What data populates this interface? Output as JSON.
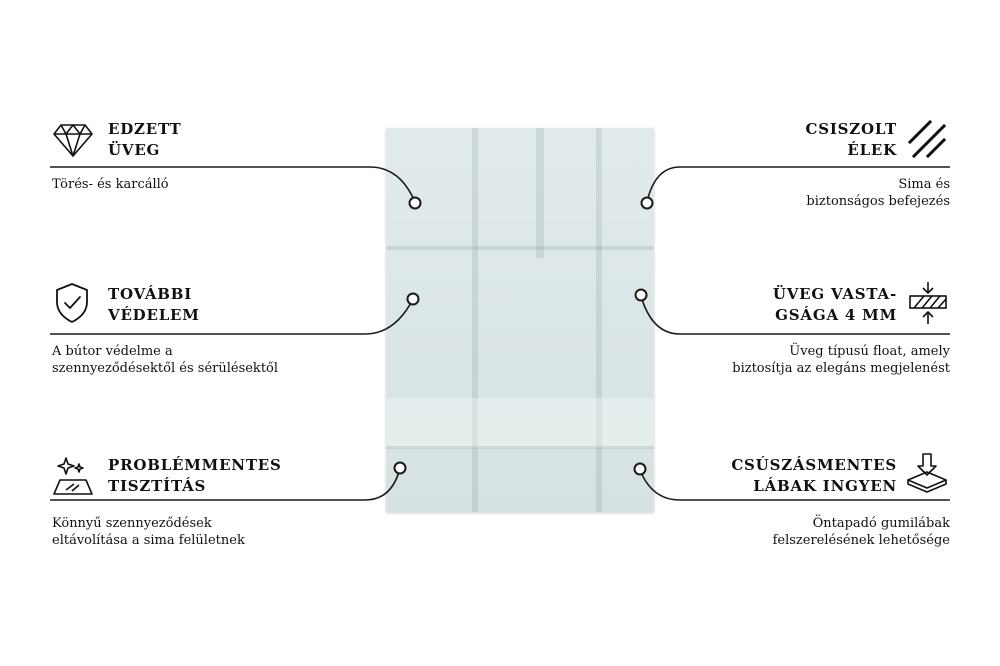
{
  "features": {
    "left": [
      {
        "icon": "diamond-icon",
        "title": [
          "EDZETT",
          "ÜVEG"
        ],
        "desc": [
          "Törés- és karcálló"
        ]
      },
      {
        "icon": "shield-check-icon",
        "title": [
          "TOVÁBBI",
          "VÉDELEM"
        ],
        "desc": [
          "A bútor védelme a",
          "szennyeződésektől és sérülésektől"
        ]
      },
      {
        "icon": "sparkle-clean-icon",
        "title": [
          "PROBLÉMMENTES",
          "TISZTÍTÁS"
        ],
        "desc": [
          "Könnyű szennyeződések",
          "eltávolítása a sima felületnek"
        ]
      }
    ],
    "right": [
      {
        "icon": "polished-edges-icon",
        "title": [
          "CSISZOLT",
          "ÉLEK"
        ],
        "desc": [
          "Sima és",
          "biztonságos befejezés"
        ]
      },
      {
        "icon": "thickness-icon",
        "title": [
          "ÜVEG VASTA-",
          "GSÁGA 4 MM"
        ],
        "desc": [
          "Üveg típusú float, amely",
          "biztosítja az elegáns megjelenést"
        ]
      },
      {
        "icon": "anti-slip-feet-icon",
        "title": [
          "CSÚSZÁSMENTES",
          "LÁBAK INGYEN"
        ],
        "desc": [
          "Öntapadó gumilábak",
          "felszerelésének lehetősége"
        ]
      }
    ]
  },
  "colors": {
    "text": "#111111",
    "line": "#1a1a1a",
    "glass": "#d3e1e2"
  }
}
